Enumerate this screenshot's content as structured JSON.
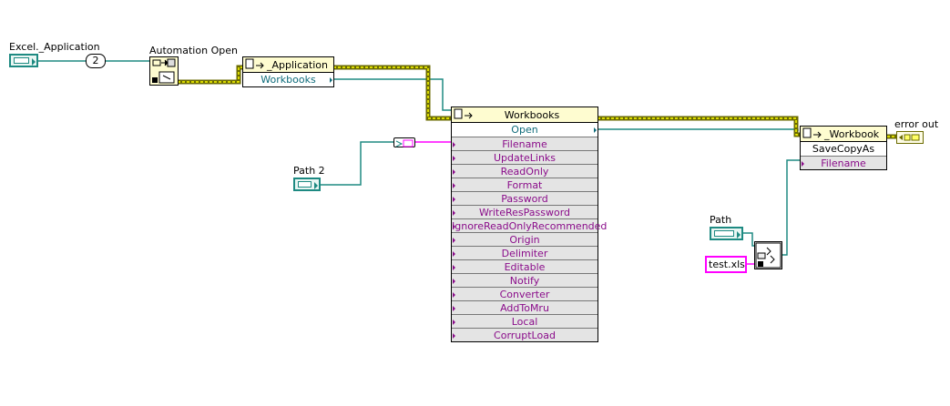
{
  "controls": {
    "excel_application": {
      "label": "Excel._Application"
    },
    "path2": {
      "label": "Path 2"
    },
    "path": {
      "label": "Path"
    },
    "error_out": {
      "label": "error out"
    }
  },
  "constants": {
    "numeric": "2",
    "string": "test.xls"
  },
  "automation_open": {
    "label": "Automation Open"
  },
  "application_node": {
    "class": "_Application",
    "property": "Workbooks"
  },
  "workbooks_node": {
    "class": "Workbooks",
    "method": "Open",
    "params": [
      "Filename",
      "UpdateLinks",
      "ReadOnly",
      "Format",
      "Password",
      "WriteResPassword",
      "IgnoreReadOnlyRecommended",
      "Origin",
      "Delimiter",
      "Editable",
      "Notify",
      "Converter",
      "AddToMru",
      "Local",
      "CorruptLoad"
    ]
  },
  "workbook_node": {
    "class": "_Workbook",
    "method": "SaveCopyAs",
    "params": [
      "Filename"
    ]
  },
  "colors": {
    "refnum_wire": "#1e8a82",
    "error_wire_dark": "#6b6b00",
    "error_wire_light": "#ffff00",
    "string_wire": "#ff00ff",
    "path_wire": "#1e8a82",
    "node_header": "#fefcd0"
  }
}
